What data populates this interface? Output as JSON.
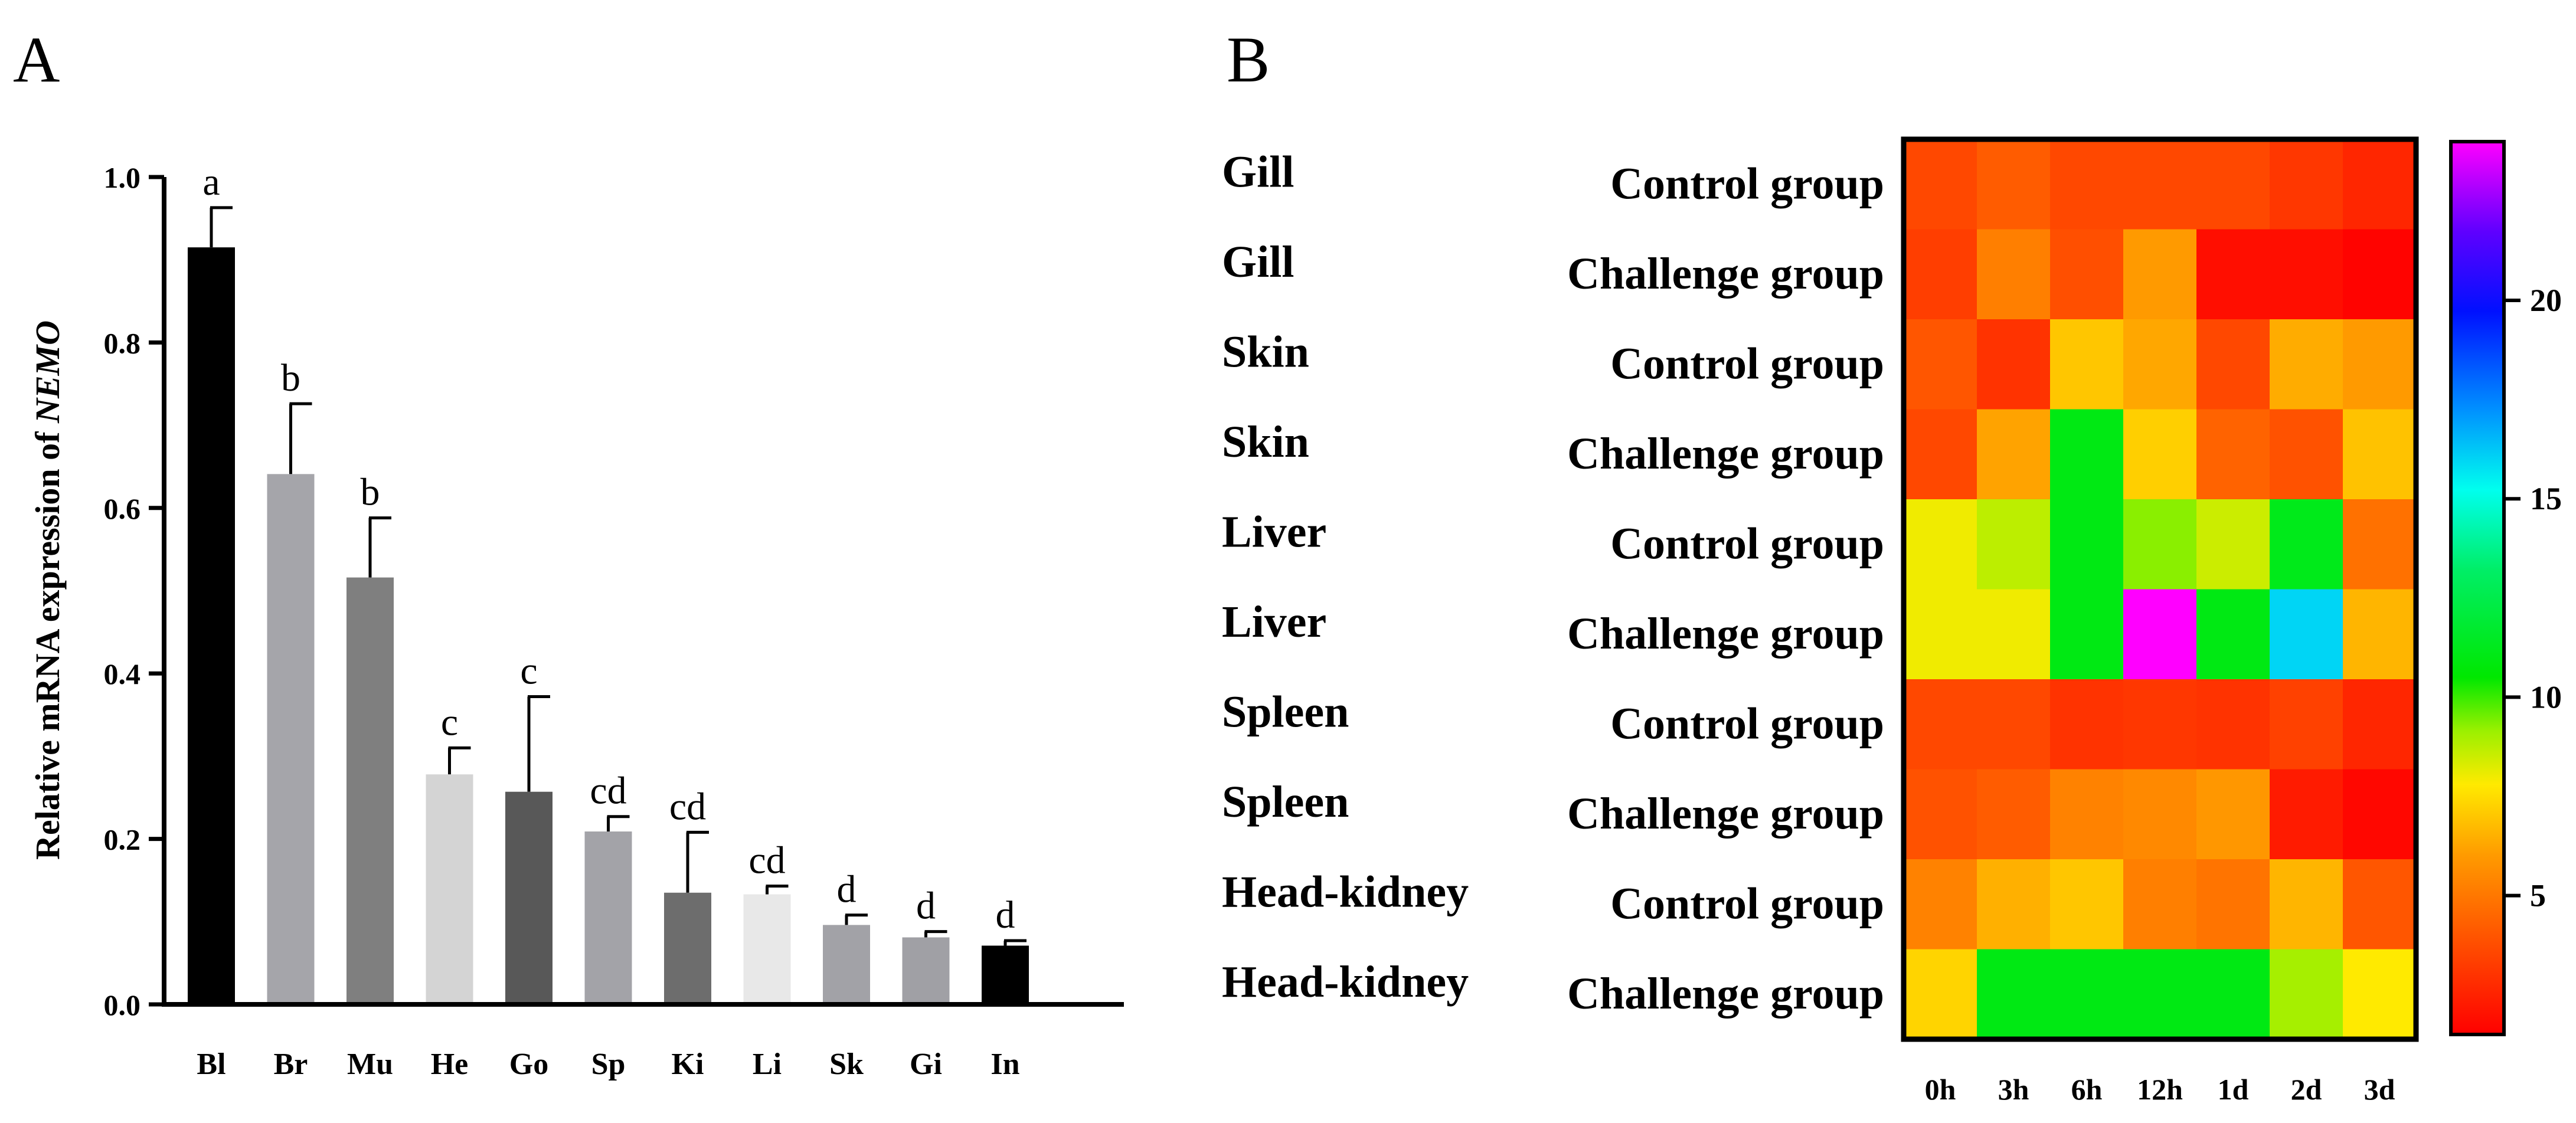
{
  "panels": {
    "a": "A",
    "b": "B"
  },
  "chart_data": [
    {
      "type": "bar",
      "ylabel_prefix": "Relative mRNA expression of ",
      "ylabel_gene": "NEMO",
      "ylim": [
        0,
        1.0
      ],
      "yticks": [
        "0.0",
        "0.2",
        "0.4",
        "0.6",
        "0.8",
        "1.0"
      ],
      "ytick_values": [
        0,
        0.2,
        0.4,
        0.6,
        0.8,
        1.0
      ],
      "categories": [
        "Bl",
        "Br",
        "Mu",
        "He",
        "Go",
        "Sp",
        "Ki",
        "Li",
        "Sk",
        "Gi",
        "In"
      ],
      "values": [
        0.915,
        0.641,
        0.516,
        0.278,
        0.257,
        0.209,
        0.135,
        0.133,
        0.096,
        0.081,
        0.071
      ],
      "errors": [
        0.048,
        0.085,
        0.072,
        0.032,
        0.115,
        0.018,
        0.073,
        0.01,
        0.012,
        0.007,
        0.006
      ],
      "letters": [
        "a",
        "b",
        "b",
        "c",
        "c",
        "cd",
        "cd",
        "cd",
        "d",
        "d",
        "d"
      ],
      "colors": [
        "#000000",
        "#a5a5aa",
        "#7f7f7f",
        "#d4d4d4",
        "#585858",
        "#a3a3a8",
        "#6d6d6d",
        "#e8e8e8",
        "#a2a2a7",
        "#a0a0a5",
        "#000000"
      ]
    },
    {
      "type": "heatmap",
      "row_tissues": [
        "Gill",
        "Gill",
        "Skin",
        "Skin",
        "Liver",
        "Liver",
        "Spleen",
        "Spleen",
        "Head-kidney",
        "Head-kidney"
      ],
      "row_groups": [
        "Control group",
        "Challenge group",
        "Control group",
        "Challenge group",
        "Control group",
        "Challenge group",
        "Control group",
        "Challenge group",
        "Control group",
        "Challenge group"
      ],
      "columns": [
        "0h",
        "3h",
        "6h",
        "12h",
        "1d",
        "2d",
        "3d"
      ],
      "values": [
        [
          3.6,
          4.2,
          3.6,
          3.6,
          3.6,
          3.1,
          2.6
        ],
        [
          3.3,
          5.2,
          3.8,
          6.0,
          1.9,
          1.9,
          1.6
        ],
        [
          4.0,
          3.0,
          7.0,
          6.3,
          3.6,
          6.4,
          6.0
        ],
        [
          3.6,
          6.2,
          11.0,
          7.2,
          4.4,
          3.9,
          6.9
        ],
        [
          8.0,
          8.7,
          11.0,
          9.3,
          8.5,
          11.2,
          4.8
        ],
        [
          8.0,
          8.0,
          11.0,
          24.0,
          11.0,
          16.0,
          6.6
        ],
        [
          3.6,
          3.6,
          3.0,
          3.1,
          3.0,
          3.4,
          2.6
        ],
        [
          3.9,
          4.2,
          5.3,
          5.5,
          5.9,
          2.3,
          1.7
        ],
        [
          5.3,
          6.5,
          7.0,
          5.2,
          4.9,
          6.6,
          4.0
        ],
        [
          7.3,
          11.0,
          11.0,
          11.0,
          11.0,
          9.0,
          7.8
        ]
      ],
      "colorbar_min": 1.5,
      "colorbar_max": 24,
      "colorbar_ticks": [
        "5",
        "10",
        "15",
        "20"
      ],
      "colorbar_tick_values": [
        5,
        10,
        15,
        20
      ]
    }
  ]
}
